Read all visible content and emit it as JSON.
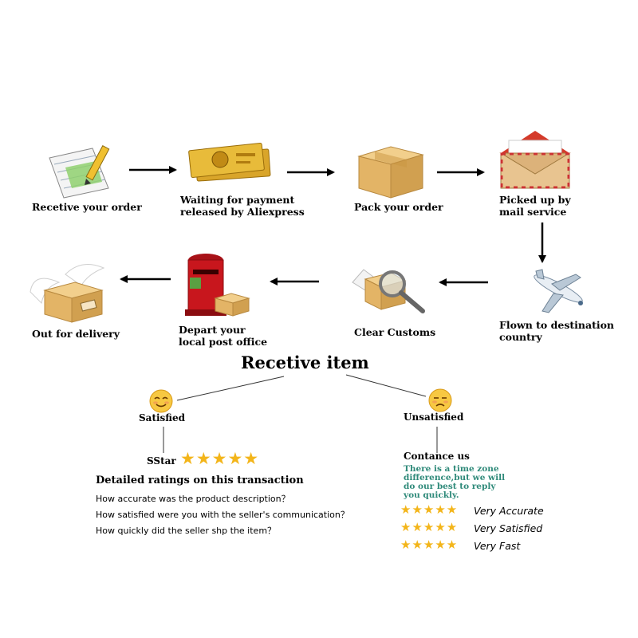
{
  "flow": {
    "step1": "Recetive your order",
    "step2_line1": "Waiting for payment",
    "step2_line2": "released by Aliexpress",
    "step3": "Pack your order",
    "step4_line1": "Picked up by",
    "step4_line2": "mail service",
    "step5_line1": "Flown to destination",
    "step5_line2": "country",
    "step6": "Clear Customs",
    "step7_line1": "Depart your",
    "step7_line2": "local post office",
    "step8": "Out for delivery"
  },
  "receive": {
    "title": "Recetive item",
    "satisfied": "Satisfied",
    "unsatisfied": "Unsatisfied",
    "sstar": "SStar",
    "sstar_stars": "★★★★★",
    "ratings_title": "Detailed ratings on this transaction",
    "questions": [
      "How accurate was the product description？",
      "How satisfied were you with the seller's communication？",
      "How quickly did the seller shp the item？"
    ],
    "contact": "Contance us",
    "note_line1": "There is a time zone",
    "note_line2": "difference,but we will",
    "note_line3": "do  our best to reply",
    "note_line4": "you quickly.",
    "ratings": [
      {
        "stars": "★★★★★",
        "label": "Very Accurate"
      },
      {
        "stars": "★★★★★",
        "label": "Very Satisfied"
      },
      {
        "stars": "★★★★★",
        "label": "Very Fast"
      }
    ]
  },
  "colors": {
    "star": "#f3b51a",
    "note": "#2f8a7a",
    "box": "#e2b66a",
    "red": "#c8161d"
  }
}
